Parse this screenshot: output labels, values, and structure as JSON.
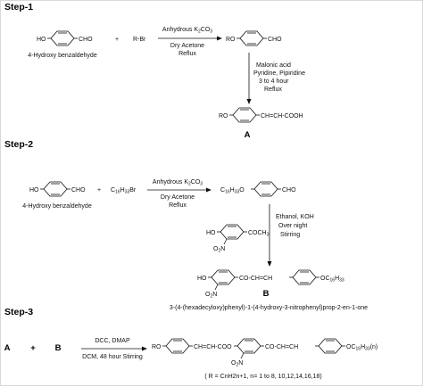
{
  "step1": {
    "title": "Step-1",
    "reactant": {
      "prefix": "HO",
      "suffix": "CHO",
      "name": "4-Hydroxy benzaldehyde"
    },
    "plus": "+",
    "reagent": "R-Br",
    "conditions_1": "Anhydrous K",
    "conditions_1_sub": "2",
    "conditions_1_tail": "CO",
    "conditions_1_sub2": "3",
    "conditions_2": "Dry Acetone",
    "conditions_3": "Reflux",
    "intermediate": {
      "prefix": "RO",
      "suffix": "CHO"
    },
    "step2_conditions": [
      "Malonic acid",
      "Pyridine, Pipiridine",
      "3 to 4 hour",
      "Reflux"
    ],
    "product": {
      "prefix": "RO",
      "suffix": "CH=CH-COOH",
      "label": "A"
    }
  },
  "step2": {
    "title": "Step-2",
    "reactant": {
      "prefix": "HO",
      "suffix": "CHO",
      "name": "4-Hydroxy benzaldehyde"
    },
    "plus": "+",
    "reagent_main": "C",
    "reagent_sub": "16",
    "reagent_h": "H",
    "reagent_sub2": "33",
    "reagent_tail": "Br",
    "conditions_1": "Anhydrous K",
    "conditions_1_sub": "2",
    "conditions_1_tail": "CO",
    "conditions_1_sub2": "3",
    "conditions_2": "Dry Acetone",
    "conditions_3": "Reflux",
    "intermediate": {
      "prefix_c": "C",
      "prefix_sub": "16",
      "prefix_h": "H",
      "prefix_sub2": "33",
      "prefix_o": "O",
      "suffix": "CHO"
    },
    "coreactant": {
      "ho": "HO",
      "no2": "O",
      "no2_n": "N",
      "no2_sub": "2",
      "suffix": "COCH",
      "suffix_sub": "3"
    },
    "arrow_conditions": [
      "Ethanol, KOH",
      "Over night",
      "Stirring"
    ],
    "product": {
      "ho": "HO",
      "mid": "CO-CH=CH",
      "oc": "OC",
      "oc_sub": "16",
      "oc_h": "H",
      "oc_sub2": "33",
      "no2": "O",
      "no2_n": "N",
      "no2_sub": "2",
      "label": "B",
      "name": "3-(4-(hexadecyloxy)phenyl)-1-(4-hydroxy-3-nitrophenyl)prop-2-en-1-one"
    }
  },
  "step3": {
    "title": "Step-3",
    "reactant_a": "A",
    "plus": "+",
    "reactant_b": "B",
    "conditions_top": "DCC, DMAP",
    "conditions_bottom": "DCM, 48 hour Stirring",
    "product": {
      "ro": "RO",
      "link1": "CH=CH-COO",
      "link2": "CO-CH=CH",
      "oc": "OC",
      "oc_sub": "16",
      "oc_h": "H",
      "oc_sub2": "33",
      "oc_n": "(n)",
      "no2": "O",
      "no2_n": "N",
      "no2_sub": "2"
    },
    "footnote": "( R = CnH2n+1, n= 1 to 8, 10,12,14,16,18)"
  }
}
